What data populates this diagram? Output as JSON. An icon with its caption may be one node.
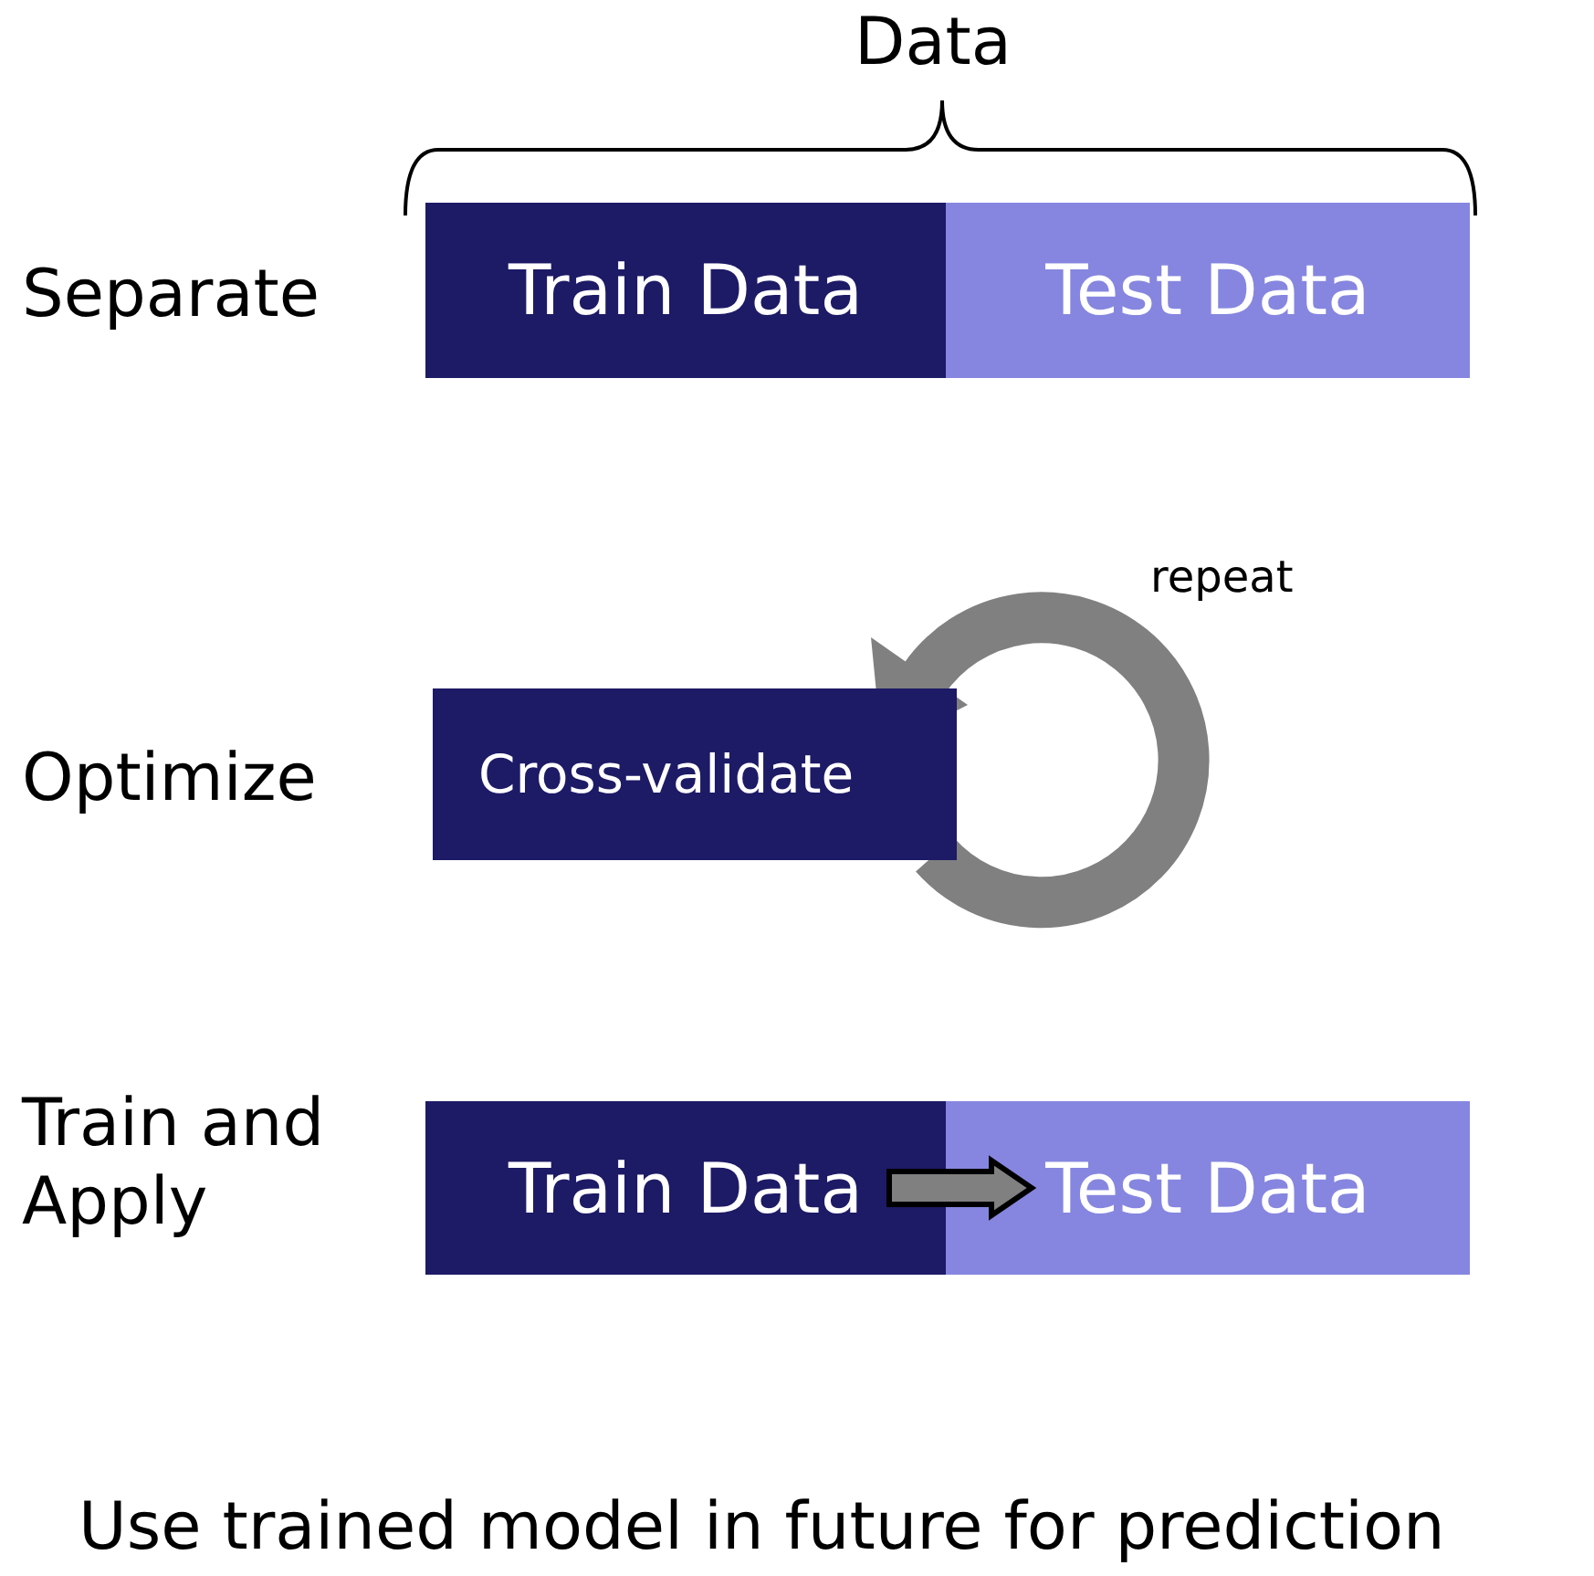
{
  "diagram": {
    "nodes": [
      {
        "text": [
          "Train Data"
        ]
      },
      {
        "text": [
          "Test Data"
        ]
      },
      {
        "text": [
          "Cross-validate"
        ]
      },
      {
        "text": [
          "Train Data"
        ]
      },
      {
        "text": [
          "Test Data"
        ]
      }
    ],
    "edges": [
      {
        "from": 3,
        "to": 4,
        "arrow": "to",
        "style": "thick",
        "color": "#808080"
      }
    ],
    "labels": [
      "Data",
      "Separate",
      "repeat",
      "Optimize",
      "Train and Apply",
      "Use trained model in future for prediction"
    ]
  }
}
